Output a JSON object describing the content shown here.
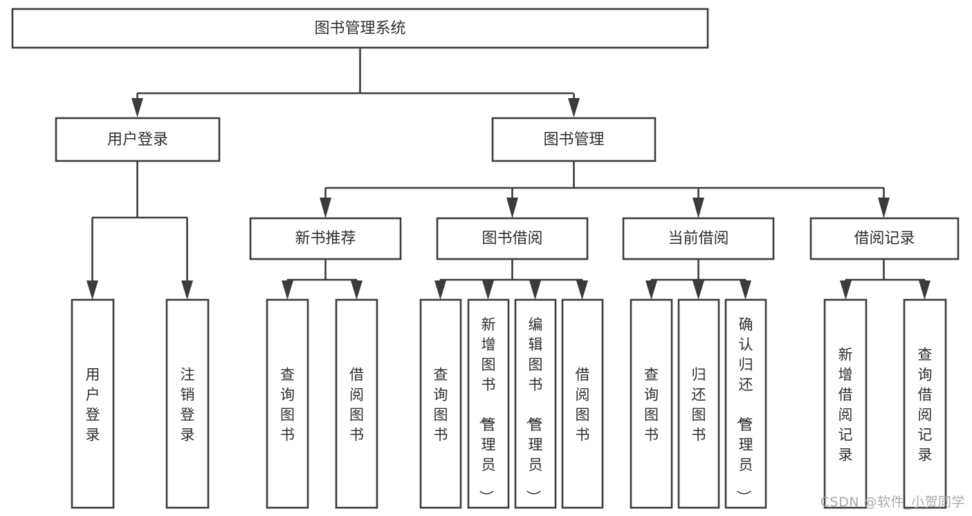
{
  "diagram": {
    "type": "hierarchy-tree",
    "title": "图书管理系统",
    "orientation": "top-down",
    "colors": {
      "box_stroke": "#3b3b3b",
      "box_fill": "#ffffff",
      "text": "#2e2e2e",
      "connector": "#3b3b3b",
      "watermark": "#a8a8a8",
      "background": "#ffffff"
    },
    "root": {
      "label": "图书管理系统"
    },
    "level2": [
      {
        "label": "用户登录"
      },
      {
        "label": "图书管理"
      }
    ],
    "level3": [
      {
        "label": "新书推荐"
      },
      {
        "label": "图书借阅"
      },
      {
        "label": "当前借阅"
      },
      {
        "label": "借阅记录"
      }
    ],
    "leaves": {
      "user_login": [
        {
          "label": "用户登录"
        },
        {
          "label": "注销登录"
        }
      ],
      "new_book_recommend": [
        {
          "label": "查询图书"
        },
        {
          "label": "借阅图书"
        }
      ],
      "book_borrow": [
        {
          "label": "查询图书"
        },
        {
          "label": "新增图书（管理员）"
        },
        {
          "label": "编辑图书（管理员）"
        },
        {
          "label": "借阅图书"
        }
      ],
      "current_borrow": [
        {
          "label": "查询图书"
        },
        {
          "label": "归还图书"
        },
        {
          "label": "确认归还（管理员）"
        }
      ],
      "borrow_record": [
        {
          "label": "新增借阅记录"
        },
        {
          "label": "查询借阅记录"
        }
      ]
    }
  },
  "watermark": {
    "text": "CSDN @软件_小贺同学"
  }
}
